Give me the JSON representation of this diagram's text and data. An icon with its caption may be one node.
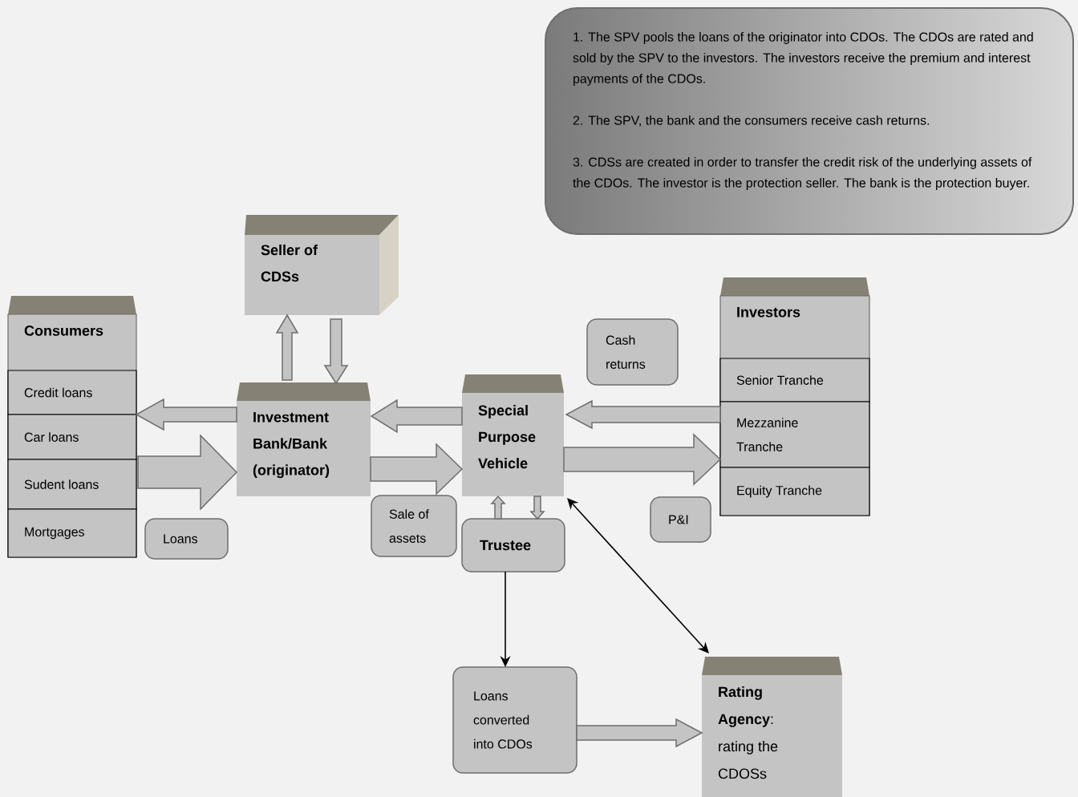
{
  "diagram": {
    "nodes": [
      {
        "text": [
          "1. The SPV pools the loans of the originator into CDOs. The CDOs are rated and sold by the SPV to the investors. The investors receive the premium and interest payments of the CDOs.",
          "2. The SPV, the bank and the consumers receive cash returns.",
          "3. CDSs are created in order to transfer the credit risk of the underlying assets of the CDOs. The investor is the protection seller. The bank is the protection buyer."
        ]
      },
      {
        "text": [
          "Seller of CDSs"
        ]
      },
      {
        "text": [
          "Consumers"
        ]
      },
      {
        "text": [
          "Credit loans"
        ],
        "in": 2
      },
      {
        "text": [
          "Car loans"
        ],
        "in": 2
      },
      {
        "text": [
          "Sudent loans"
        ],
        "in": 2
      },
      {
        "text": [
          "Mortgages"
        ],
        "in": 2
      },
      {
        "text": [
          "Loans"
        ]
      },
      {
        "text": [
          "Investment Bank/Bank (originator)"
        ]
      },
      {
        "text": [
          "Special Purpose Vehicle"
        ]
      },
      {
        "text": [
          "Sale of assets"
        ]
      },
      {
        "text": [
          "Trustee"
        ]
      },
      {
        "text": [
          "Cash returns"
        ]
      },
      {
        "text": [
          "Investors"
        ]
      },
      {
        "text": [
          "Senior Tranche"
        ],
        "in": 13
      },
      {
        "text": [
          "Mezzanine Tranche"
        ],
        "in": 13
      },
      {
        "text": [
          "Equity Tranche"
        ],
        "in": 13
      },
      {
        "text": [
          "P&I"
        ]
      },
      {
        "text": [
          "Loans converted into CDOs"
        ]
      },
      {
        "text": [
          "**Rating Agency**: rating the CDOSs"
        ]
      }
    ],
    "edges": [
      {
        "from": 8,
        "to": 1,
        "arrow": "to"
      },
      {
        "from": 1,
        "to": 8,
        "arrow": "to"
      },
      {
        "from": 8,
        "to": 2,
        "arrow": "to"
      },
      {
        "from": 2,
        "to": 8,
        "arrow": "to"
      },
      {
        "from": 9,
        "to": 8,
        "arrow": "to"
      },
      {
        "from": 8,
        "to": 9,
        "arrow": "to"
      },
      {
        "from": 13,
        "to": 9,
        "arrow": "to"
      },
      {
        "from": 9,
        "to": 13,
        "arrow": "to"
      },
      {
        "from": 11,
        "to": 9,
        "arrow": "to"
      },
      {
        "from": 9,
        "to": 11,
        "arrow": "to"
      },
      {
        "from": 11,
        "to": 18,
        "arrow": "to",
        "color": "#000000"
      },
      {
        "from": 9,
        "to": 19,
        "arrow": "both",
        "color": "#000000"
      },
      {
        "from": 18,
        "to": 19,
        "arrow": "to"
      }
    ]
  }
}
